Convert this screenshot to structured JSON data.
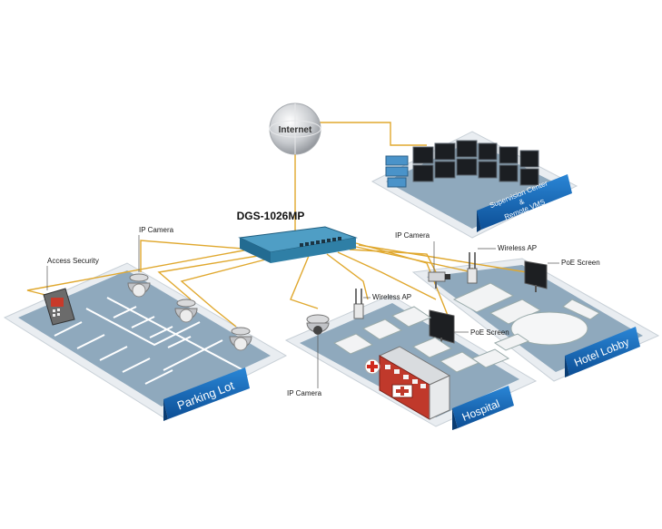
{
  "switch_name": "DGS-1026MP",
  "internet_label": "Internet",
  "zones": {
    "parking_lot": "Parking Lot",
    "hospital": "Hospital",
    "hotel_lobby": "Hotel Lobby",
    "supervision_line1": "Supervision Center",
    "supervision_line2": "&",
    "supervision_line3": "Remote VMS"
  },
  "devices": {
    "ip_camera_parking": "IP Camera",
    "access_security": "Access Security",
    "ip_camera_hotel": "IP Camera",
    "wireless_ap_hotel": "Wireless AP",
    "poe_screen_hotel": "PoE Screen",
    "wireless_ap_hospital": "Wireless AP",
    "poe_screen_hospital": "PoE Screen",
    "ip_camera_hospital": "IP Camera"
  },
  "colors": {
    "cable": "#e0a82e",
    "banner": "#1565b0",
    "floor": "#8fa9bd",
    "switch": "#2f7fa6"
  }
}
